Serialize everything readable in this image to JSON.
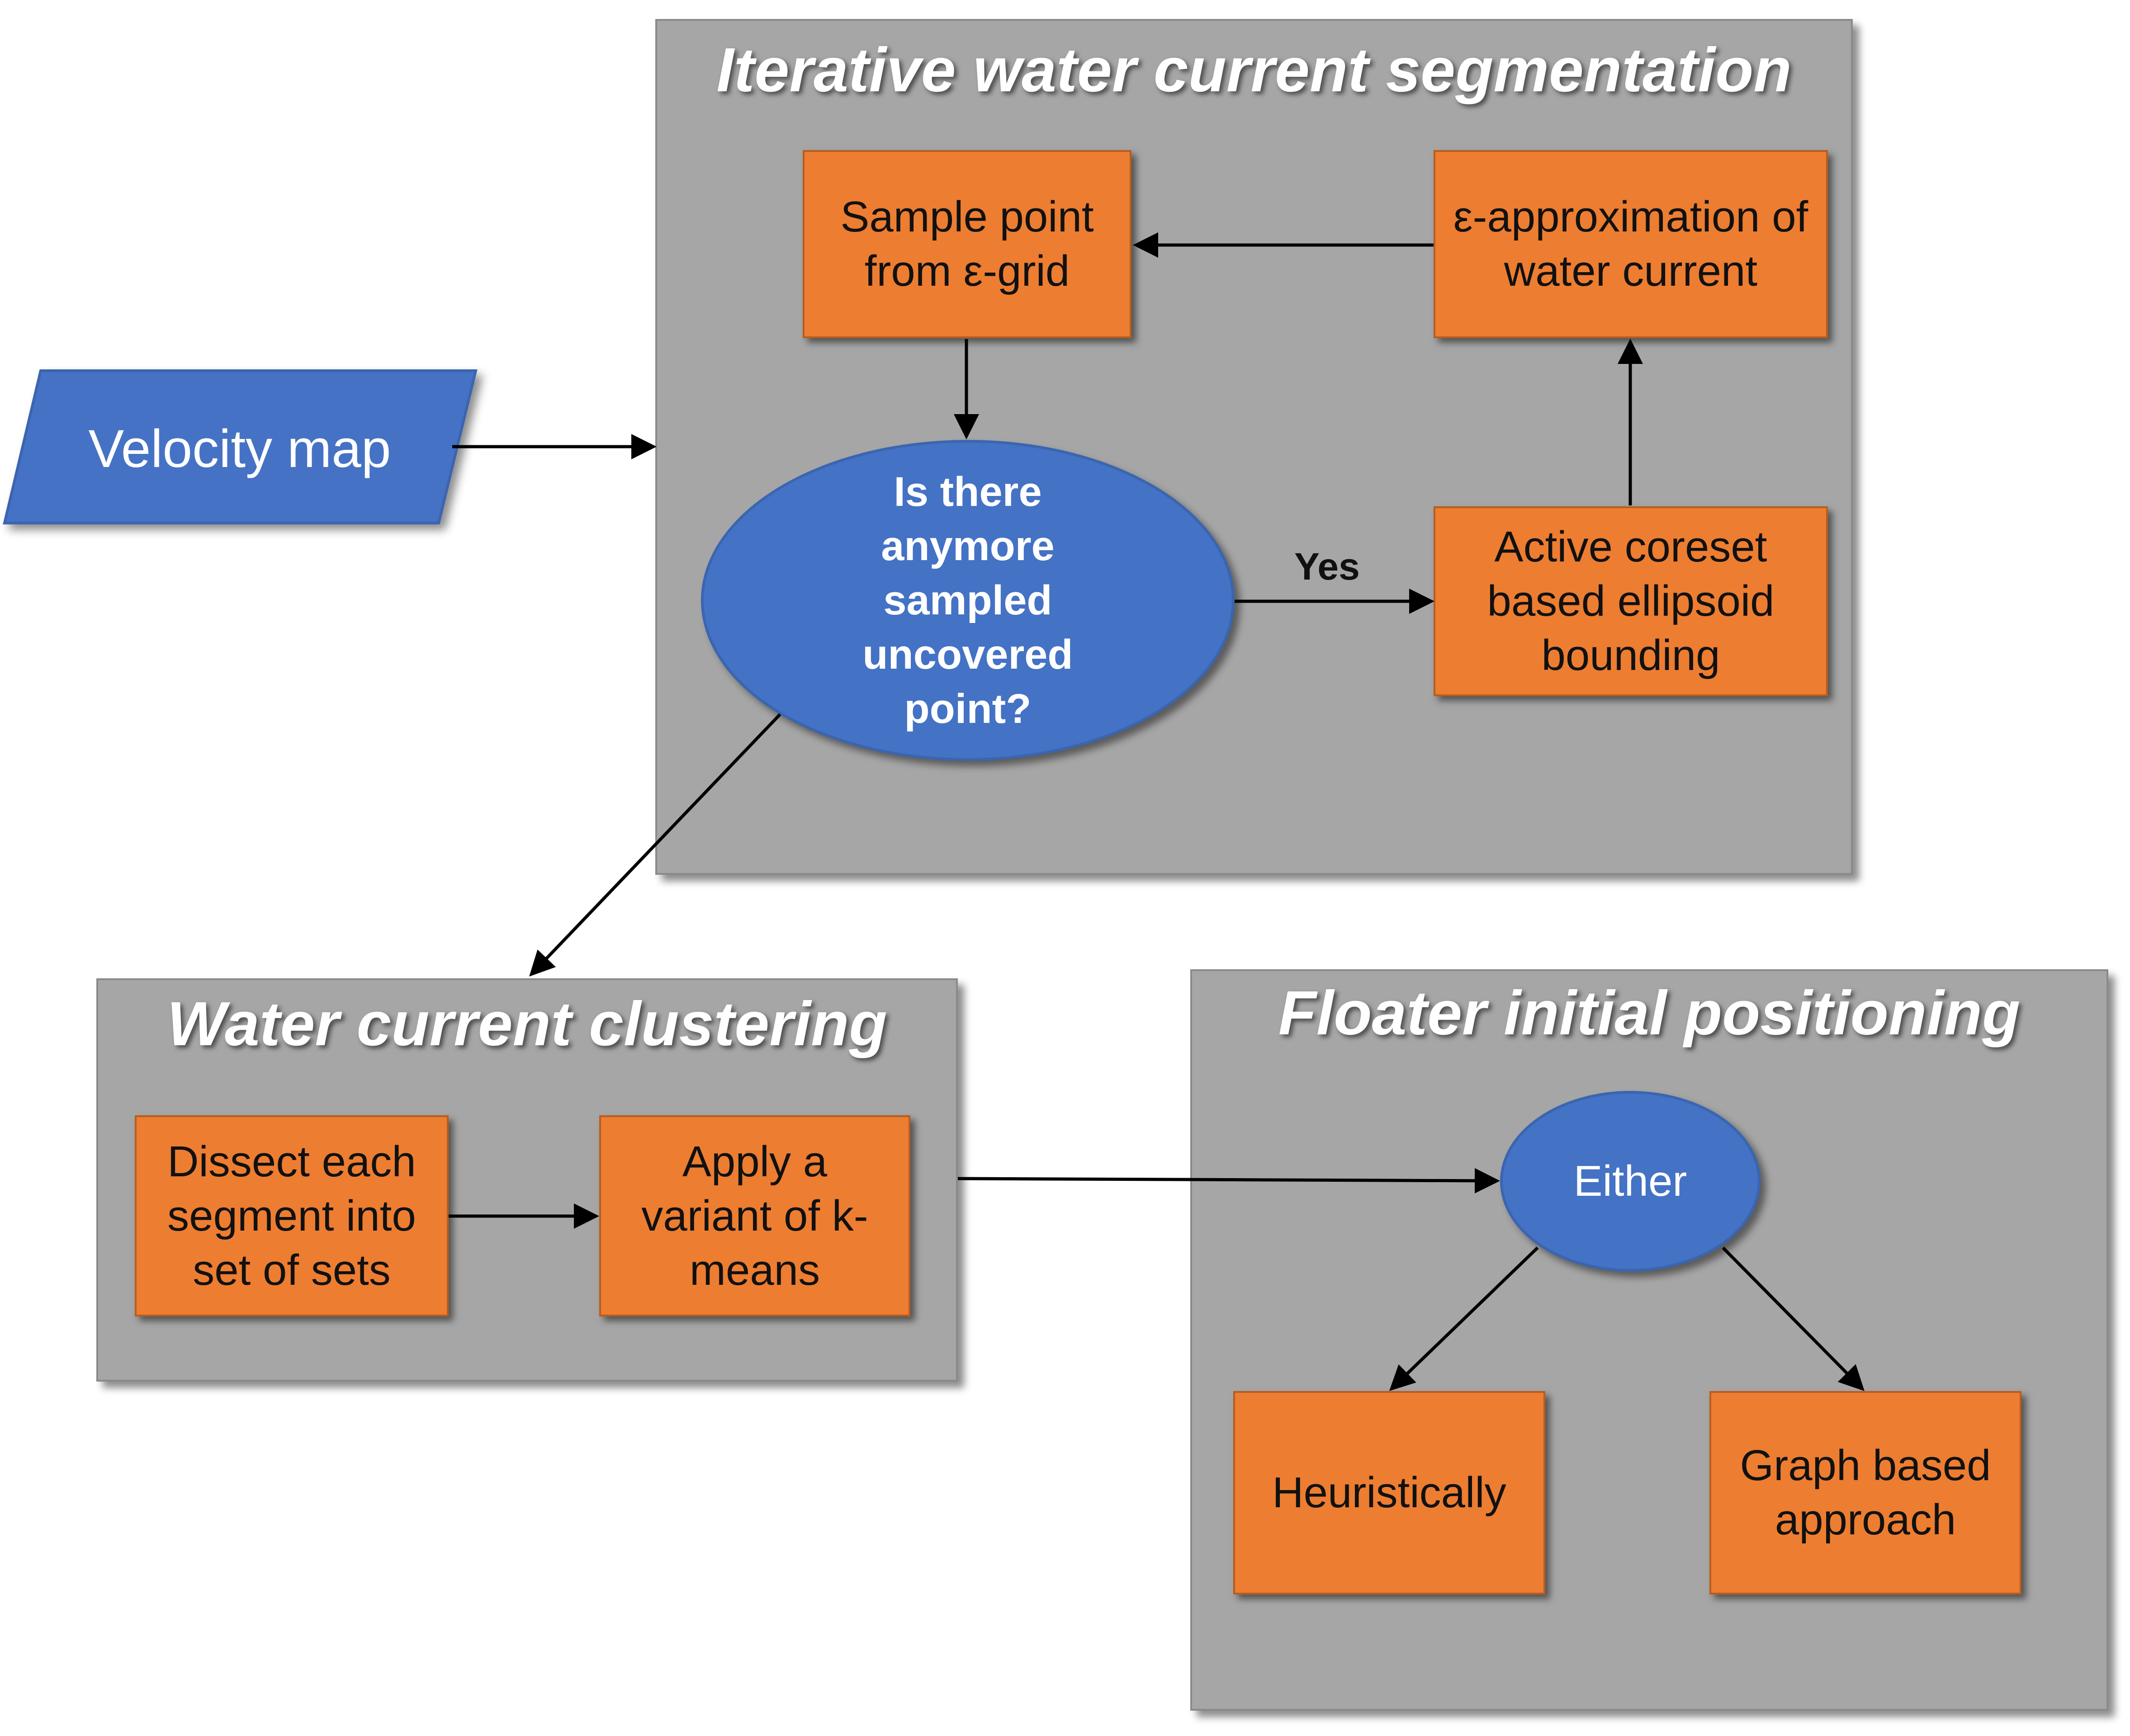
{
  "input": {
    "label": "Velocity map"
  },
  "segmentation": {
    "title": "Iterative water current segmentation",
    "sample_box": "Sample point\nfrom ε-grid",
    "approx_box": "ε-approximation of\nwater current",
    "decision": "Is there\nanymore\nsampled\nuncovered\npoint?",
    "yes_label": "Yes",
    "coreset_box": "Active coreset\nbased ellipsoid\nbounding"
  },
  "clustering": {
    "title": "Water current clustering",
    "dissect_box": "Dissect each\nsegment into\nset of sets",
    "kmeans_box": "Apply a\nvariant of k-\nmeans"
  },
  "positioning": {
    "title": "Floater initial positioning",
    "either": "Either",
    "heuristic_box": "Heuristically",
    "graph_box": "Graph based\napproach"
  },
  "colors": {
    "panel": "#a6a6a6",
    "process": "#ed7d31",
    "decision": "#4472c4",
    "arrow": "#000000"
  }
}
